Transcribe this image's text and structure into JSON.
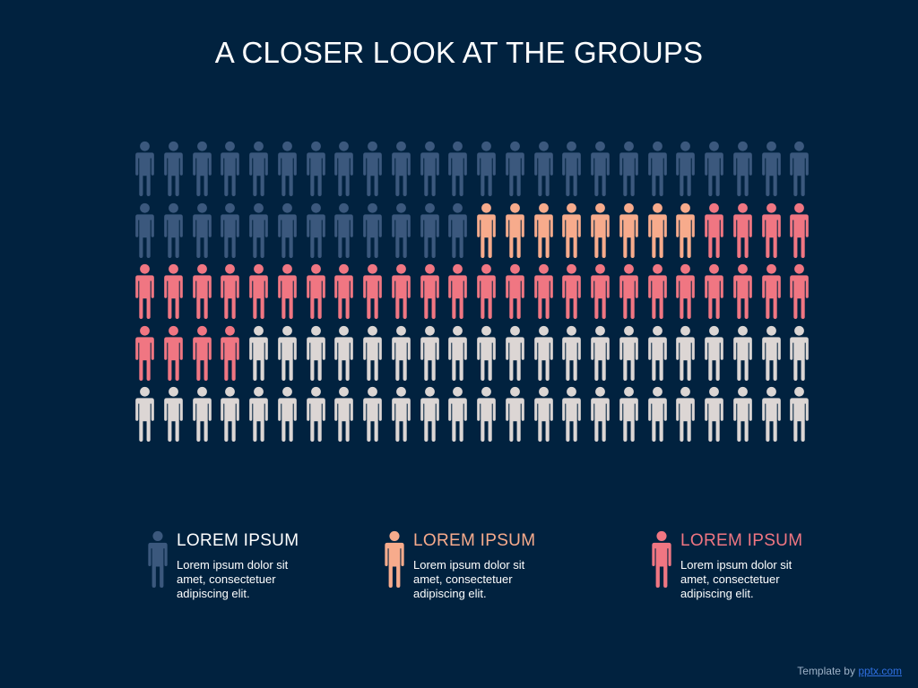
{
  "title": "A CLOSER LOOK AT THE GROUPS",
  "colors": {
    "background": "#01223f",
    "group_blue": "#3b587d",
    "group_peach": "#f7ab8c",
    "group_pink": "#f07682",
    "group_grey": "#dcd6d4"
  },
  "chart_data": {
    "type": "pictogram",
    "rows": 5,
    "columns": 24,
    "total_icons": 120,
    "groups": [
      {
        "key": "group_blue",
        "count": 36
      },
      {
        "key": "group_peach",
        "count": 8
      },
      {
        "key": "group_pink",
        "count": 32
      },
      {
        "key": "group_grey",
        "count": 44
      }
    ],
    "order": [
      "group_blue",
      "group_peach",
      "group_pink",
      "group_grey"
    ]
  },
  "legend": [
    {
      "color_key": "group_blue",
      "heading": "LOREM  IPSUM",
      "text": "Lorem ipsum dolor sit\namet,  consectetuer\nadipiscing elit."
    },
    {
      "color_key": "group_peach",
      "heading": "LOREM  IPSUM",
      "text": "Lorem ipsum dolor sit\namet,  consectetuer\nadipiscing elit."
    },
    {
      "color_key": "group_pink",
      "heading": "LOREM  IPSUM",
      "text": "Lorem ipsum dolor sit\namet,  consectetuer\nadipiscing elit."
    }
  ],
  "footer": {
    "prefix": "Template by ",
    "link": "pptx.com"
  }
}
